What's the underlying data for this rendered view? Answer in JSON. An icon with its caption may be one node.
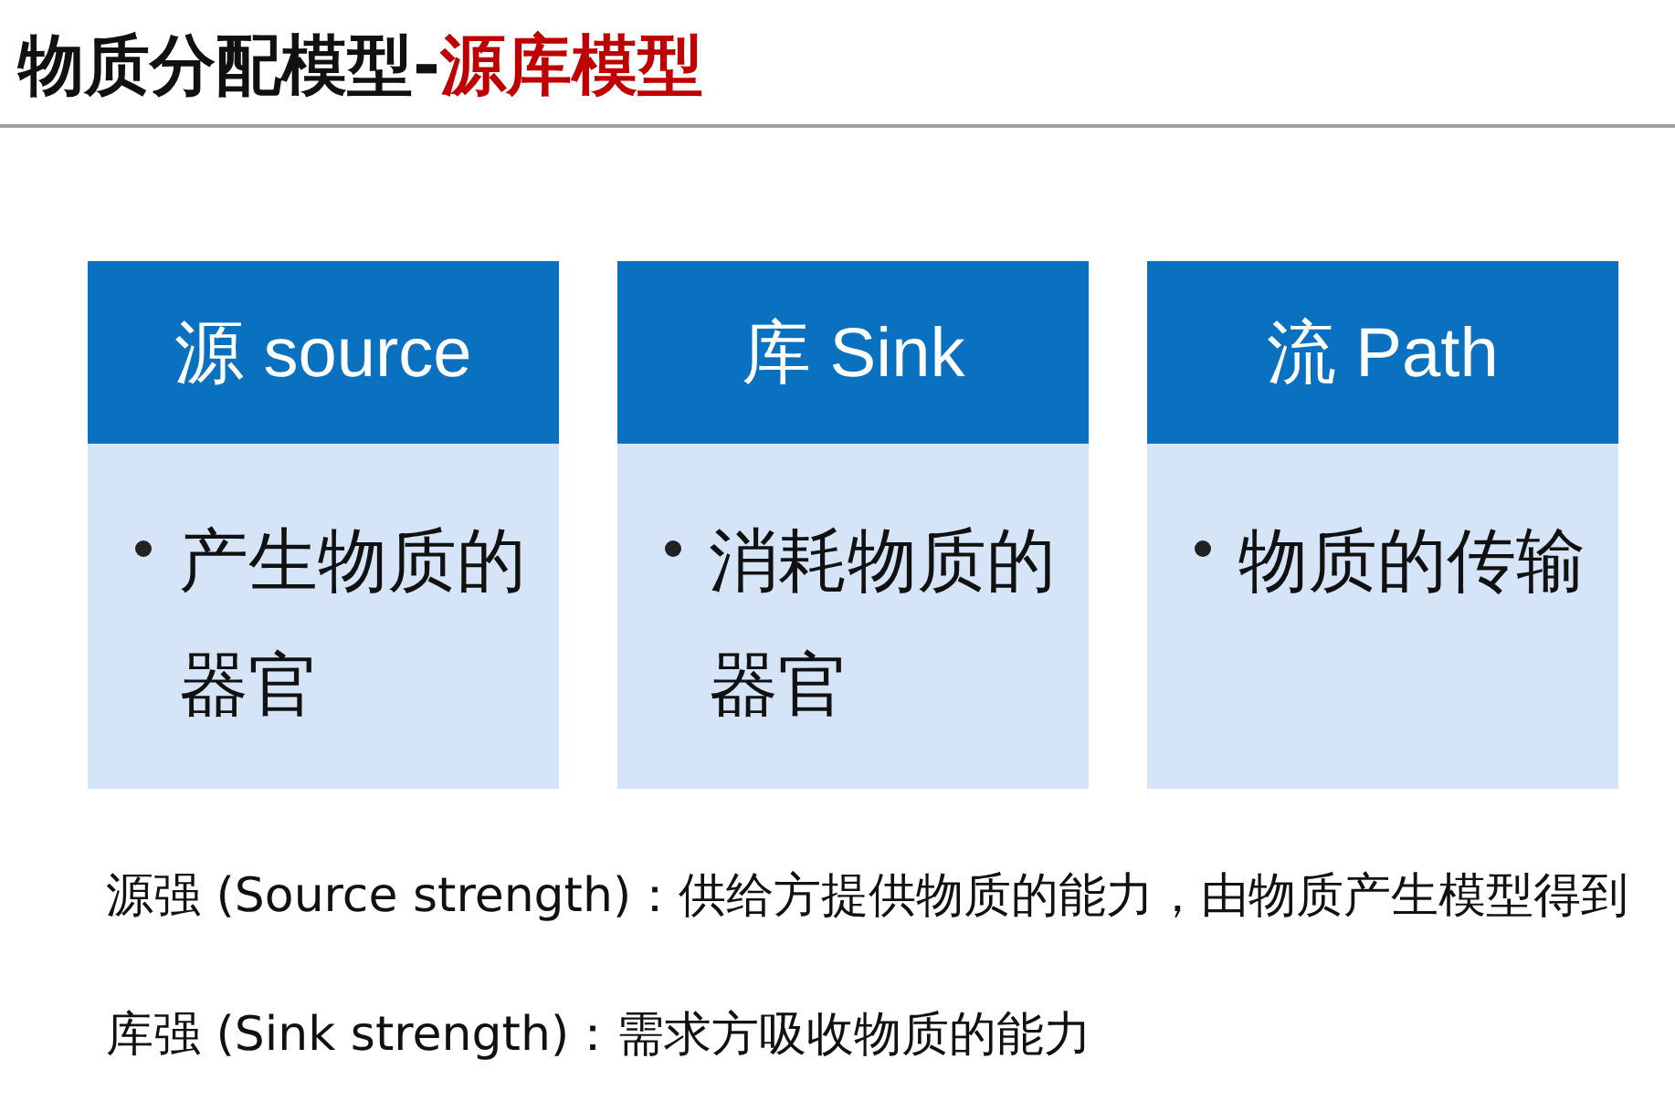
{
  "diagram": {
    "title": "物质分配模型-源库模型",
    "nodes": [
      {
        "text": [
          "源 source",
          "产生物质的器官"
        ]
      },
      {
        "text": [
          "库 Sink",
          "消耗物质的器官"
        ]
      },
      {
        "text": [
          "流 Path",
          "物质的传输"
        ]
      }
    ],
    "labels": [
      "源强 (Source strength)：供给方提供物质的能力，由物质产生模型得到",
      "库强 (Sink strength)：需求方吸收物质的能力"
    ]
  }
}
